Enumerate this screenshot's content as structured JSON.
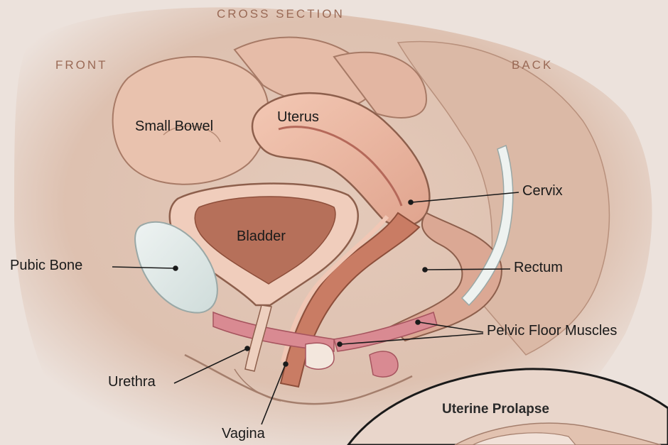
{
  "headings": {
    "title": "CROSS SECTION",
    "front": "FRONT",
    "back": "BACK"
  },
  "labels": {
    "small_bowel": "Small Bowel",
    "uterus": "Uterus",
    "cervix": "Cervix",
    "bladder": "Bladder",
    "pubic_bone": "Pubic Bone",
    "rectum": "Rectum",
    "pelvic_floor_muscles": "Pelvic Floor Muscles",
    "urethra": "Urethra",
    "vagina": "Vagina"
  },
  "inset": {
    "title": "Uterine Prolapse"
  },
  "colors": {
    "background": "#ece2dc",
    "skin": "#ddc2b2",
    "organ": "#e8b8a4",
    "organ_dark": "#c58672",
    "muscle": "#d98a92",
    "bone": "#e4ecec",
    "heading": "#9a6a56",
    "label": "#1a1a1a"
  }
}
